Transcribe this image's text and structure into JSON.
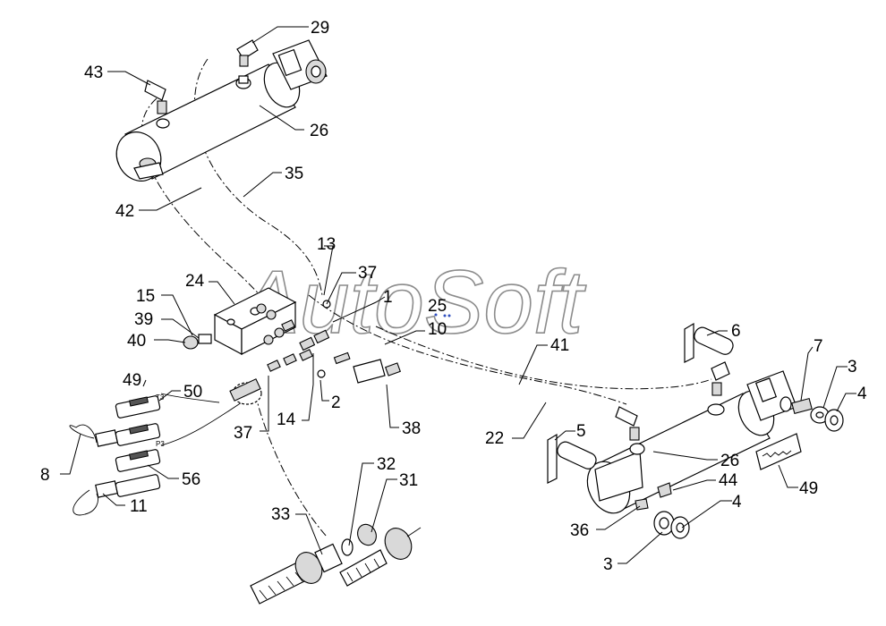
{
  "watermark": "AutoSoft",
  "callouts": {
    "c29": "29",
    "c43": "43",
    "c26a": "26",
    "c35": "35",
    "c42": "42",
    "c13": "13",
    "c37a": "37",
    "c24": "24",
    "c15": "15",
    "c39": "39",
    "c40": "40",
    "c1": "1",
    "c25": "25",
    "c10": "10",
    "c41": "41",
    "c6": "6",
    "c7": "7",
    "c3a": "3",
    "c4a": "4",
    "c49a": "49",
    "c50": "50",
    "c37b": "37",
    "c14": "14",
    "c2": "2",
    "c38": "38",
    "c22": "22",
    "c5": "5",
    "c26b": "26",
    "c49b": "49",
    "c8": "8",
    "c56": "56",
    "c11": "11",
    "c32": "32",
    "c31": "31",
    "c33": "33",
    "c44": "44",
    "c36": "36",
    "c4b": "4",
    "c3b": "3"
  },
  "small_marks": {
    "t3": "T3",
    "p3": "P3"
  },
  "icons": {
    "cylinder_top": "hydraulic-cylinder-icon",
    "cylinder_bottom": "hydraulic-cylinder-icon",
    "valve_block": "valve-block-icon",
    "couplings": "quick-coupling-icon"
  }
}
